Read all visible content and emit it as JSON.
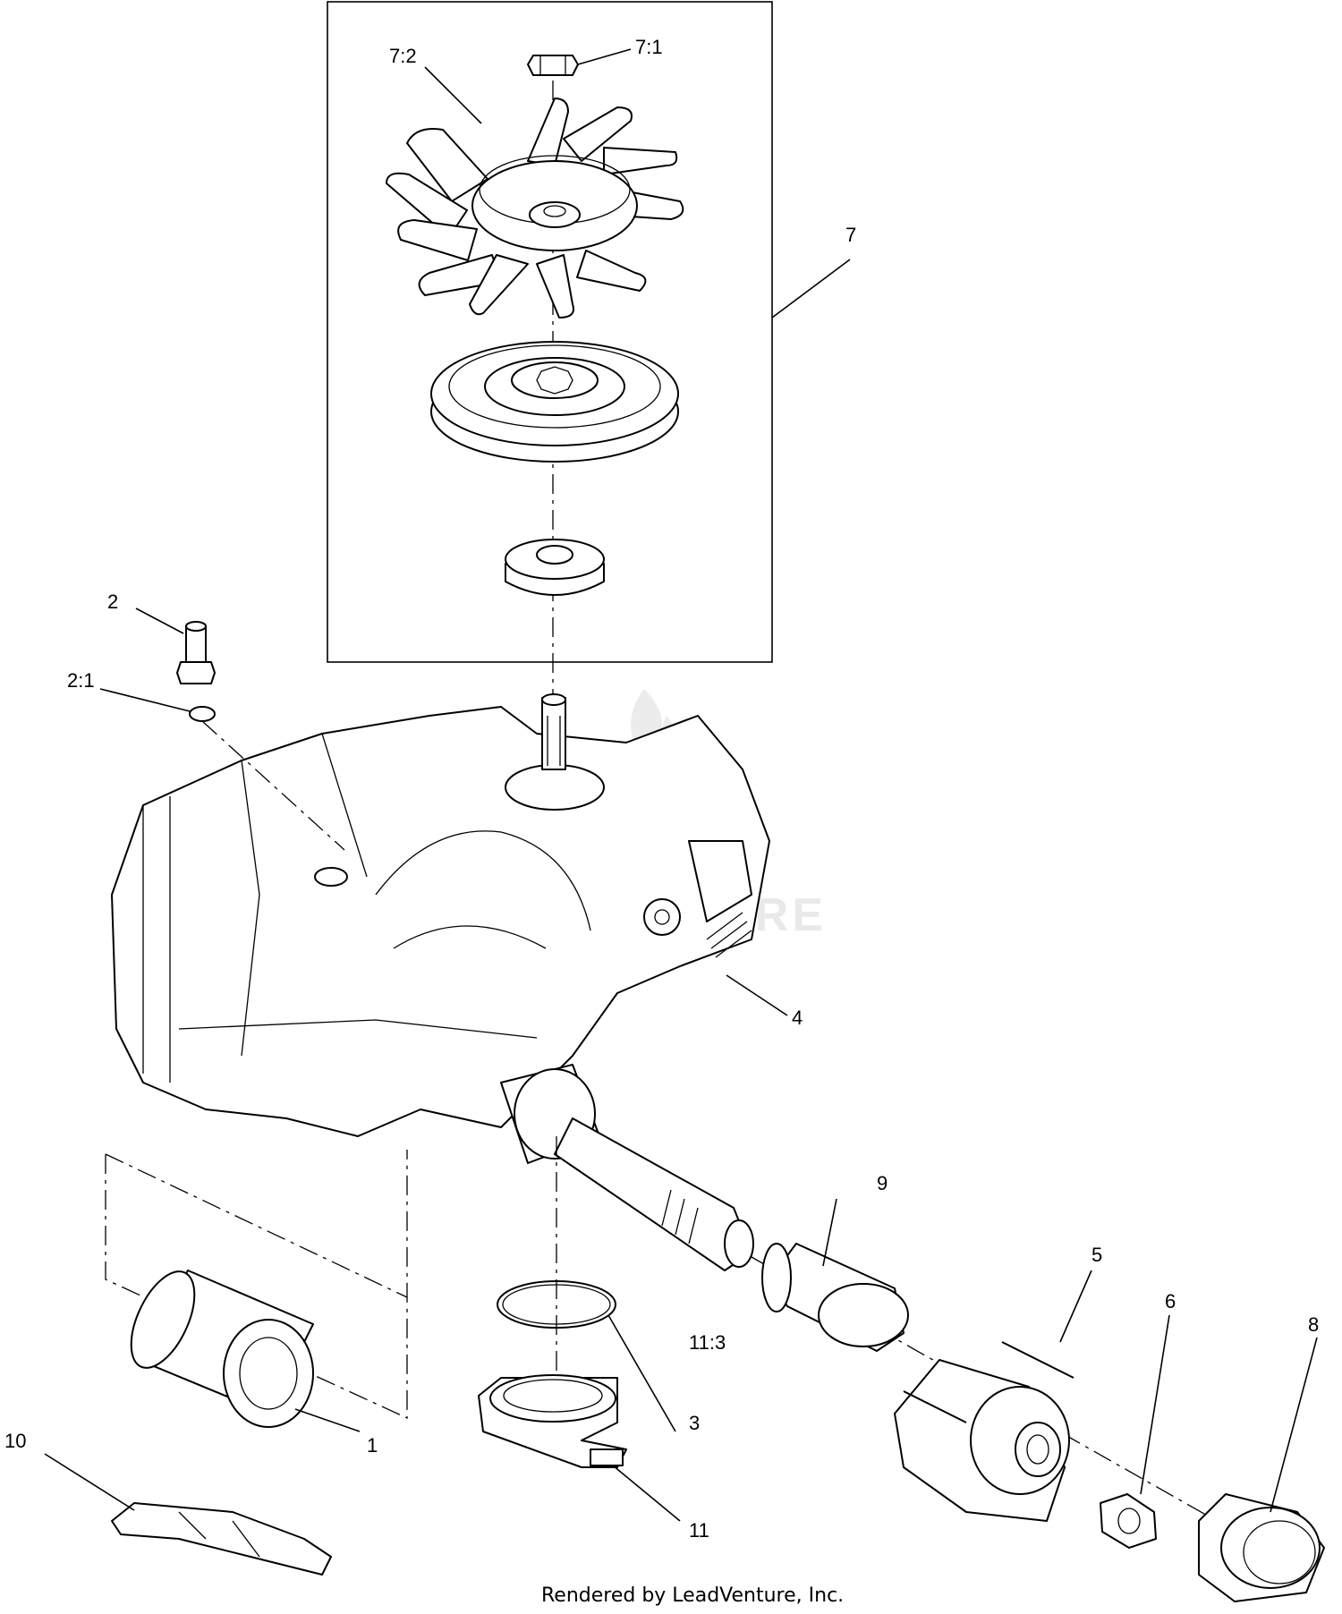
{
  "callouts": {
    "c7_1": "7:1",
    "c7_2": "7:2",
    "c7": "7",
    "c2": "2",
    "c2_1": "2:1",
    "c4": "4",
    "c9": "9",
    "c5": "5",
    "c6": "6",
    "c8": "8",
    "c11_3": "11:3",
    "c3": "3",
    "c1": "1",
    "c10": "10",
    "c11": "11"
  },
  "watermark": "LEADVENTURE",
  "footer": "Rendered by LeadVenture, Inc."
}
